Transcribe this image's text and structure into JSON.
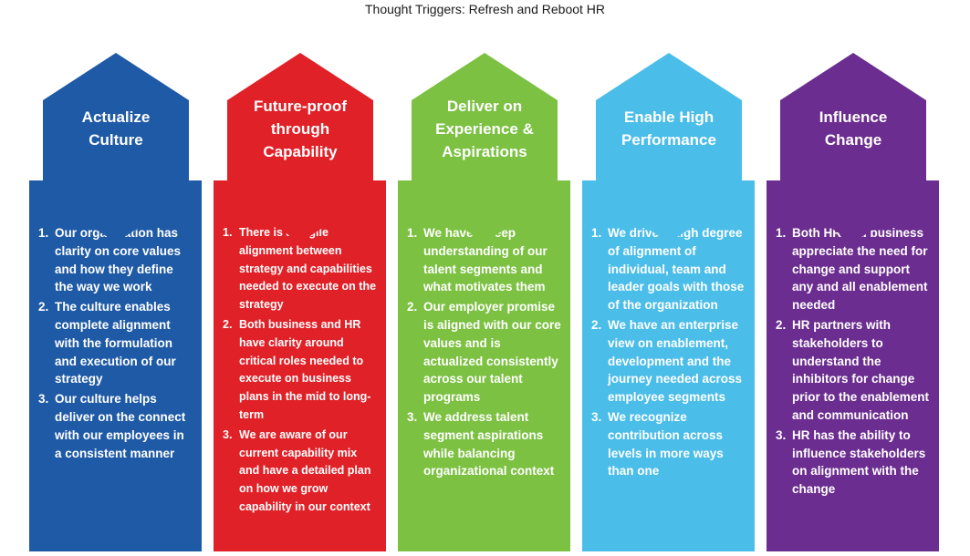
{
  "title": "Thought Triggers: Refresh and Reboot HR",
  "columns": [
    {
      "heading": "Actualize Culture",
      "color": "#1f5aa6",
      "items": [
        {
          "num": "1.",
          "text": "Our organization has clarity on core values and how they define the way we work"
        },
        {
          "num": "2.",
          "text": "The culture enables complete alignment with the formulation and execution of our strategy"
        },
        {
          "num": "3.",
          "text": "Our culture helps deliver on the connect with our employees in a consistent manner"
        }
      ]
    },
    {
      "heading": "Future-proof through Capability",
      "color": "#e02128",
      "items": [
        {
          "num": "1.",
          "text": "There is an agile alignment between strategy and capabilities needed to execute on the strategy"
        },
        {
          "num": "2.",
          "text": "Both business and HR have clarity around critical roles needed to execute on business plans in the mid to long-term"
        },
        {
          "num": "3.",
          "text": "We are aware of our current capability mix and have a detailed plan on how we grow capability in our context"
        }
      ]
    },
    {
      "heading": "Deliver on Experience & Aspirations",
      "color": "#7cc142",
      "items": [
        {
          "num": "1.",
          "text": "We have a deep understanding of our talent segments and what motivates them"
        },
        {
          "num": "2.",
          "text": "Our employer promise is aligned with our core values and is actualized consistently across our talent programs"
        },
        {
          "num": "3.",
          "text": "We address talent segment aspirations while balancing organizational context"
        }
      ]
    },
    {
      "heading": "Enable High Performance",
      "color": "#4bbde9",
      "items": [
        {
          "num": "1.",
          "text": "We drive a high degree of alignment of individual, team and leader goals with those of the organization"
        },
        {
          "num": "2.",
          "text": "We have an enterprise view on enablement, development and the journey needed across employee segments"
        },
        {
          "num": "3.",
          "text": "We recognize contribution across levels in more ways than one"
        }
      ]
    },
    {
      "heading": "Influence Change",
      "color": "#6b2d8f",
      "items": [
        {
          "num": "1.",
          "text": "Both HR and business appreciate the need for change and support any and all enablement needed"
        },
        {
          "num": "2.",
          "text": "HR partners with stakeholders to understand the inhibitors for change prior to the enablement and communication"
        },
        {
          "num": "3.",
          "text": "HR has the ability to influence stakeholders on alignment with the change"
        }
      ]
    }
  ]
}
